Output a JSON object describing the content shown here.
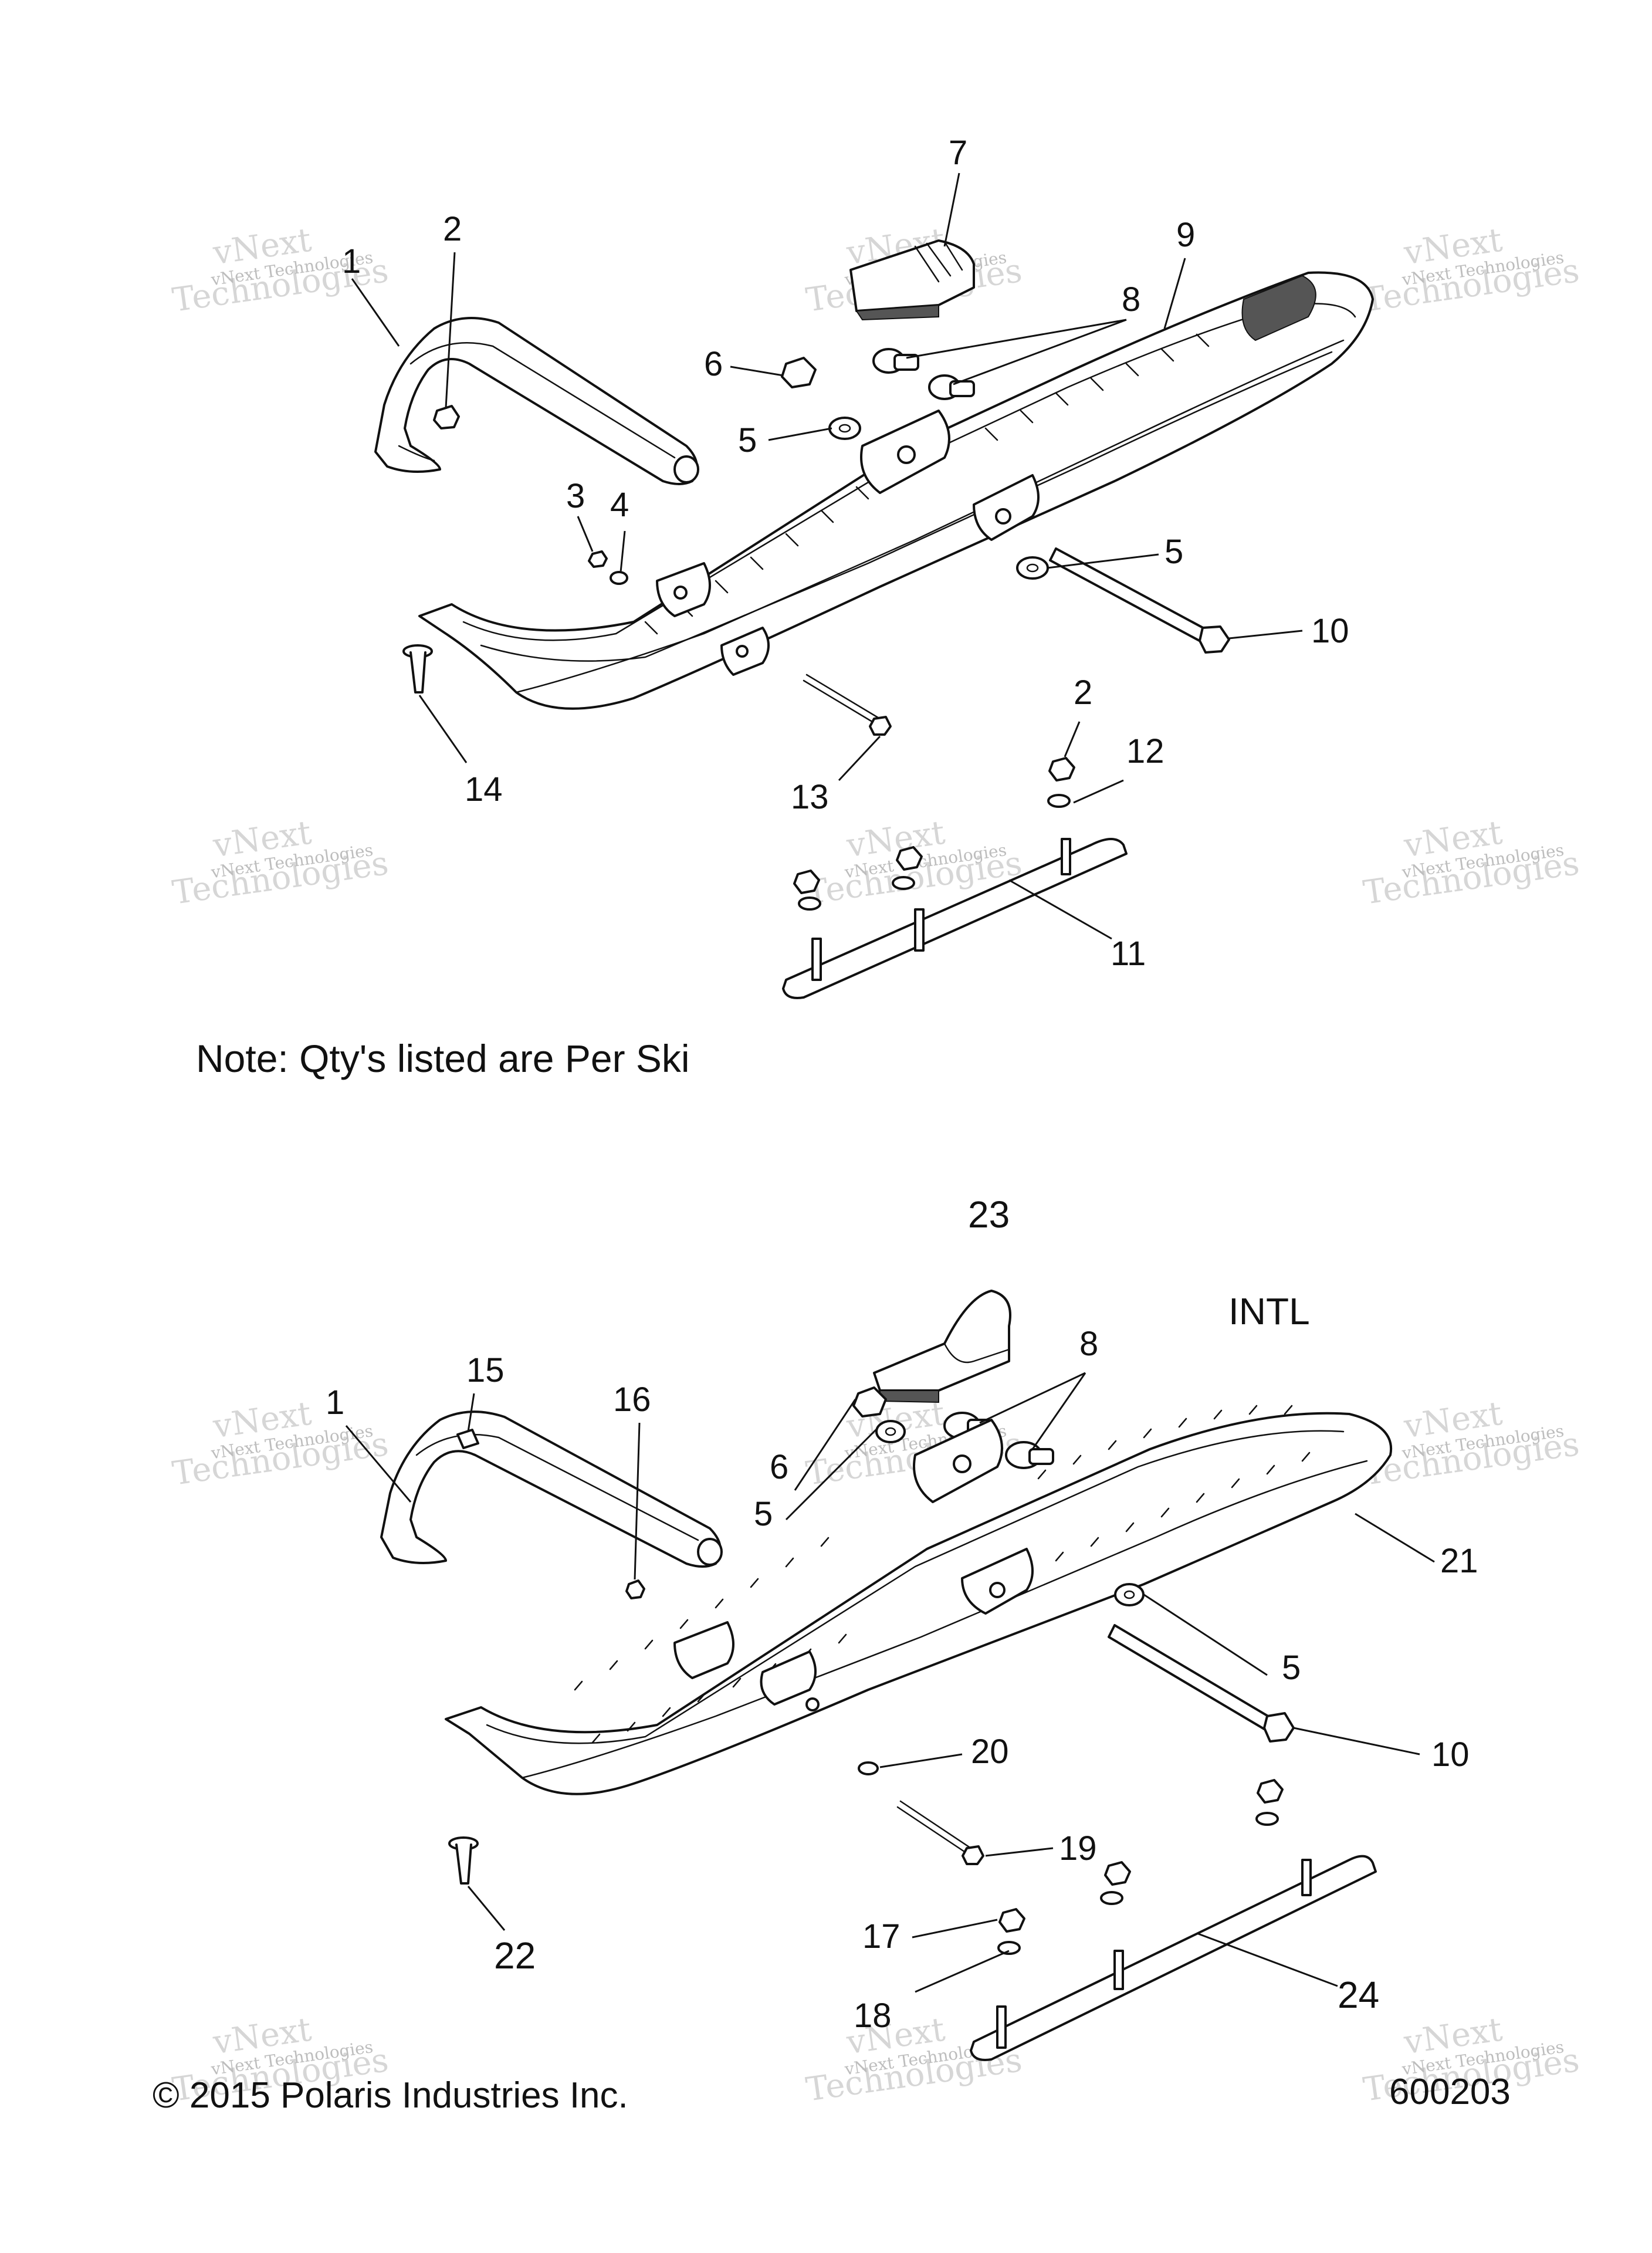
{
  "note": "Note: Qty's listed are Per Ski",
  "section_label": "INTL",
  "copyright": "© 2015 Polaris Industries Inc.",
  "diagram_id": "600203",
  "watermark": {
    "line1": "vNext Technologies",
    "line2": "vNext",
    "line3": "Technologies"
  },
  "callouts_top": [
    "1",
    "2",
    "3",
    "4",
    "5",
    "6",
    "7",
    "8",
    "9",
    "5",
    "10",
    "2",
    "12",
    "13",
    "14",
    "11"
  ],
  "callouts_bottom": [
    "23",
    "8",
    "1",
    "15",
    "16",
    "6",
    "5",
    "21",
    "5",
    "10",
    "20",
    "19",
    "22",
    "17",
    "18",
    "24"
  ]
}
